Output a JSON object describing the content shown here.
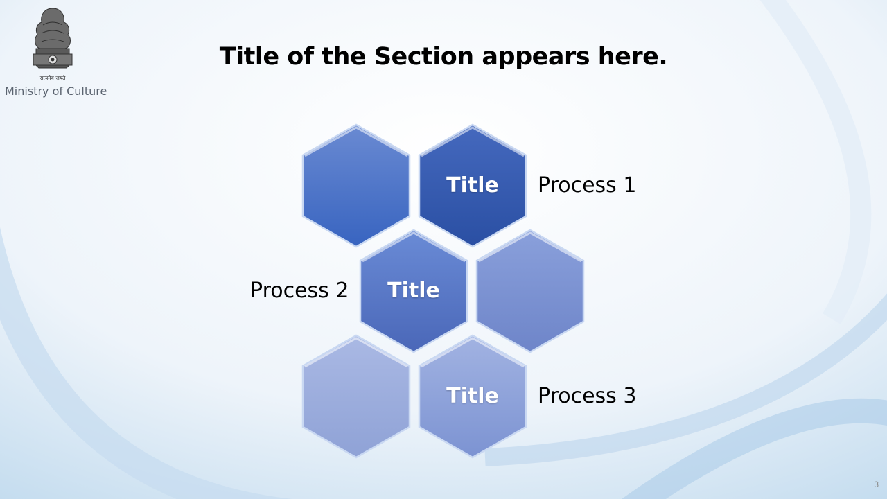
{
  "header": {
    "emblem_motto": "सत्यमेव जयते",
    "ministry": "Ministry of Culture",
    "title": "Title of the Section appears here."
  },
  "diagram": {
    "processes": [
      {
        "hex_label": "Title",
        "caption": "Process 1"
      },
      {
        "hex_label": "Title",
        "caption": "Process 2"
      },
      {
        "hex_label": "Title",
        "caption": "Process 3"
      }
    ],
    "colors": {
      "row1_dark": "#2e55a9",
      "row1_light": "#4771c8",
      "row2_mid": "#5578c9",
      "row2_light": "#7d94d3",
      "row3_light": "#9fb0df",
      "row3_mid": "#8b9fd8"
    }
  },
  "footer": {
    "page_number": "3"
  }
}
